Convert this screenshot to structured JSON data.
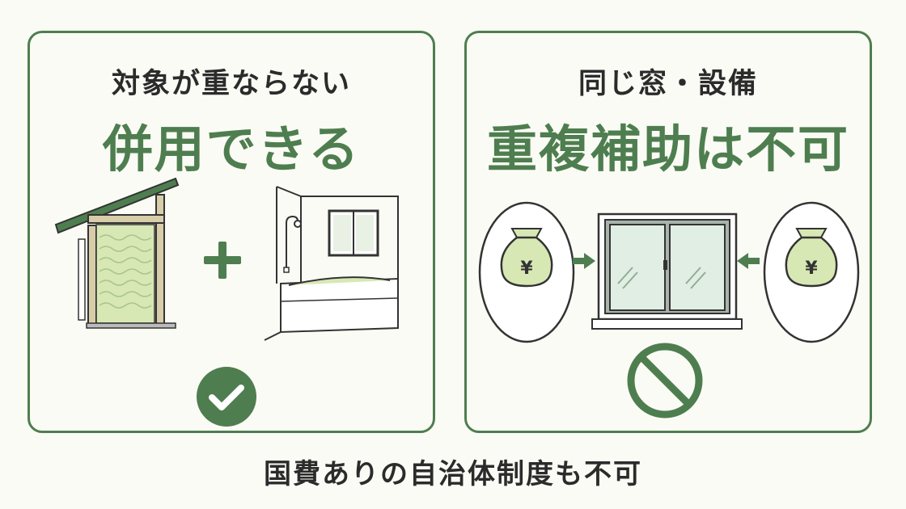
{
  "left_panel": {
    "subtitle": "対象が重ならない",
    "title": "併用できる",
    "icons": [
      "house-frame-insulation-icon",
      "plus-icon",
      "bathroom-bathtub-icon",
      "checkmark-circle-icon"
    ]
  },
  "right_panel": {
    "subtitle": "同じ窓・設備",
    "title": "重複補助は不可",
    "icons": [
      "yen-money-bag-icon",
      "window-icon",
      "prohibited-icon"
    ]
  },
  "footer": {
    "text": "国費ありの自治体制度も不可"
  },
  "colors": {
    "accent_green": "#4e7e4f",
    "text_dark": "#2b2b2b",
    "background": "#fbfbf5",
    "insulation_green": "#d7e8b4",
    "wood_beige": "#d8cda9"
  }
}
